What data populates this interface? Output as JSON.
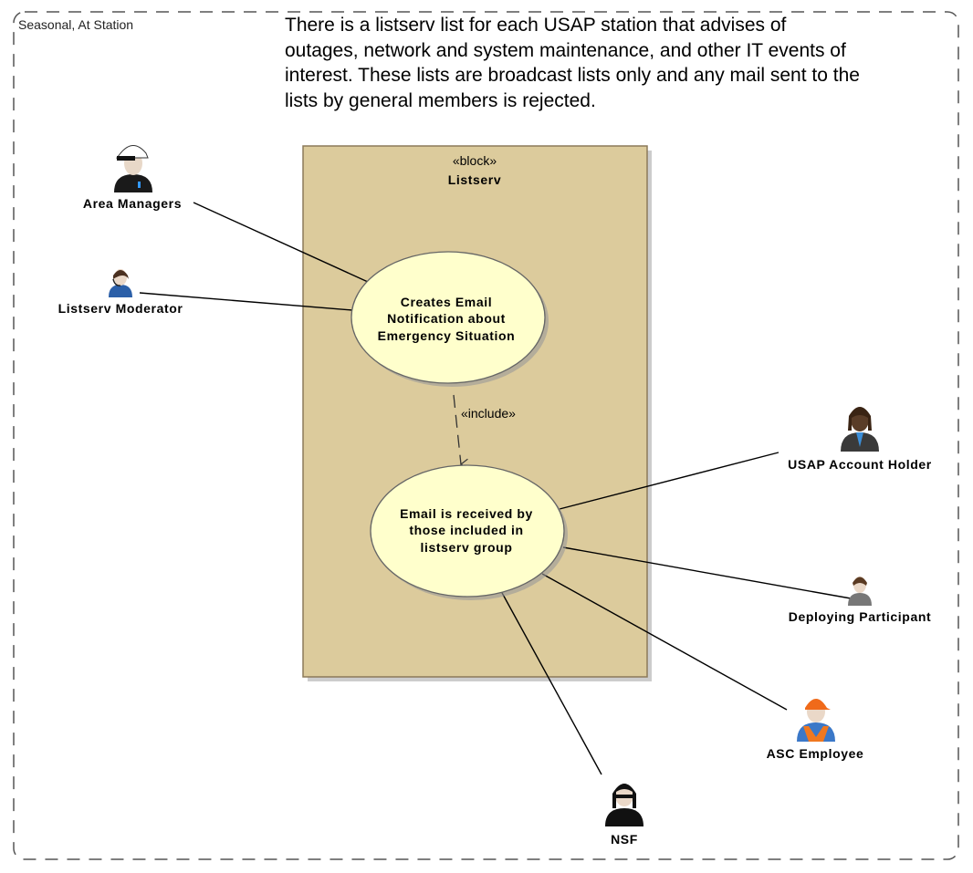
{
  "frame": {
    "label": "Seasonal, At Station"
  },
  "note": {
    "lines": [
      "There is a listserv list for each USAP station that advises of",
      "outages, network and system maintenance, and other IT events of",
      "interest. These lists are broadcast lists only and any mail sent to the",
      "lists by general members is rejected."
    ]
  },
  "block": {
    "stereotype": "«block»",
    "name": "Listserv"
  },
  "use_cases": [
    {
      "lines": [
        "Creates Email",
        "Notification about",
        "Emergency Situation"
      ]
    },
    {
      "lines": [
        "Email is received by",
        "those included in",
        "listserv group"
      ]
    }
  ],
  "include_label": "«include»",
  "actors": [
    {
      "name": "Area Managers",
      "icon": "officer-icon"
    },
    {
      "name": "Listserv Moderator",
      "icon": "headset-user-icon"
    },
    {
      "name": "USAP Account Holder",
      "icon": "business-user-icon"
    },
    {
      "name": "Deploying Participant",
      "icon": "user-icon"
    },
    {
      "name": "ASC Employee",
      "icon": "worker-icon"
    },
    {
      "name": "NSF",
      "icon": "agent-icon"
    }
  ],
  "colors": {
    "block_fill": "#dccb9c",
    "block_border": "#8c7a5a",
    "usecase_fill": "#ffffcc",
    "frame": "#555555"
  }
}
